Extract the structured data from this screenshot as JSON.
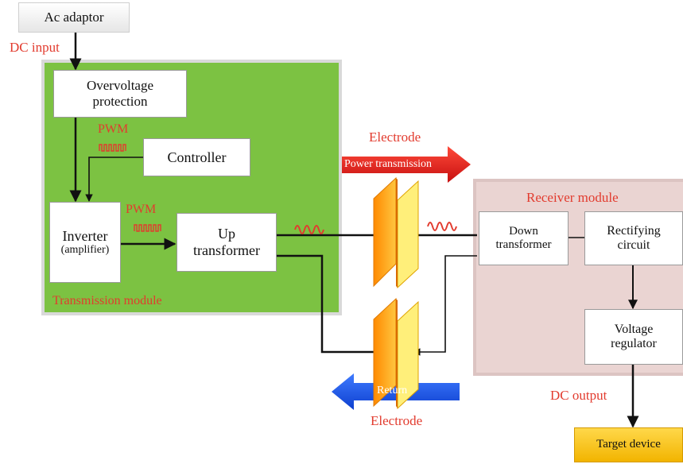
{
  "diagram": {
    "ac_adaptor": "Ac adaptor",
    "dc_input": "DC input",
    "transmission_module": {
      "label": "Transmission module",
      "overvoltage": "Overvoltage\nprotection",
      "controller": "Controller",
      "inverter": "Inverter",
      "inverter_sub": "(amplifier)",
      "up_transformer": "Up\ntransformer",
      "pwm_top": "PWM",
      "pwm_mid": "PWM"
    },
    "electrode_top": "Electrode",
    "electrode_bottom": "Electrode",
    "power_transmission": "Power transmission",
    "return": "Return",
    "receiver_module": {
      "label": "Receiver module",
      "down_transformer": "Down\ntransformer",
      "rectifying": "Rectifying\ncircuit",
      "voltage_regulator": "Voltage\nregulator"
    },
    "dc_output": "DC output",
    "target_device": "Target device",
    "colors": {
      "module_green": "#7cc242",
      "receiver_pink": "#ead4d2",
      "label_red": "#e23b2e",
      "arrow_red": "#e8241c",
      "arrow_blue": "#1f56e0",
      "electrode_orange": "#f5a623",
      "electrode_yellow": "#fff7a0",
      "target_gold": "#f7c41a"
    }
  }
}
